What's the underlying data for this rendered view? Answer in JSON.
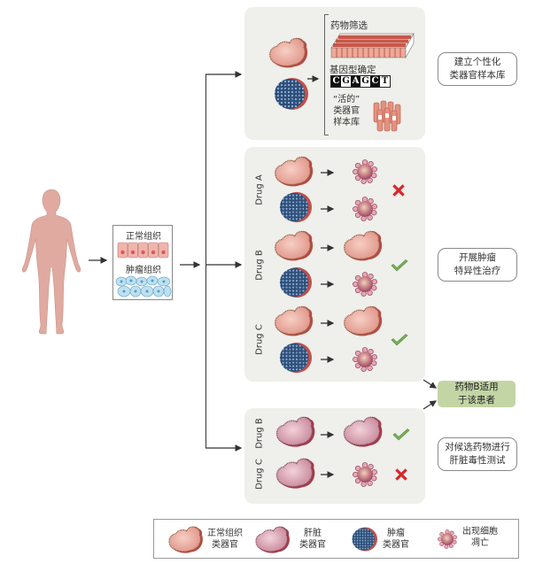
{
  "tissue_box": {
    "normal_label": "正常组织",
    "tumor_label": "肿瘤组织"
  },
  "top_panel": {
    "drug_screening": "药物筛选",
    "genotyping": "基因型确定",
    "dna_letters": [
      "C",
      "G",
      "A",
      "G",
      "C",
      "T"
    ],
    "living_biobank_lines": [
      "“活的”",
      "类器官",
      "样本库"
    ]
  },
  "side_labels": {
    "biobank": [
      "建立个性化",
      "类器官样本库"
    ],
    "tumor_therapy": [
      "开展肿瘤",
      "特异性治疗"
    ],
    "result": [
      "药物B适用",
      "于该患者"
    ],
    "liver_tox": [
      "对候选药物进行",
      "肝脏毒性测试"
    ]
  },
  "middle_panel": {
    "drugs": [
      {
        "name": "Drug A",
        "normal_outcome": "apoptosis",
        "tumor_outcome": "apoptosis",
        "verdict": "cross"
      },
      {
        "name": "Drug B",
        "normal_outcome": "healthy",
        "tumor_outcome": "apoptosis",
        "verdict": "check"
      },
      {
        "name": "Drug C",
        "normal_outcome": "healthy",
        "tumor_outcome": "apoptosis",
        "verdict": "check"
      }
    ]
  },
  "bottom_panel": {
    "drugs": [
      {
        "name": "Drug B",
        "liver_outcome": "healthy",
        "verdict": "check"
      },
      {
        "name": "Drug C",
        "liver_outcome": "apoptosis",
        "verdict": "cross"
      }
    ]
  },
  "legend": {
    "items": [
      {
        "icon": "normal-organoid",
        "lines": [
          "正常组织",
          "类器官"
        ]
      },
      {
        "icon": "liver-organoid",
        "lines": [
          "肝脏",
          "类器官"
        ]
      },
      {
        "icon": "tumor-organoid",
        "lines": [
          "肿瘤",
          "类器官"
        ]
      },
      {
        "icon": "apoptotic-cell",
        "lines": [
          "出现细胞",
          "凋亡"
        ]
      }
    ]
  },
  "colors": {
    "panel_bg": "#efefeb",
    "normal_organoid": "#e8a396",
    "liver_organoid": "#d9a0ad",
    "tumor_blue": "#3a5f8a",
    "check_green": "#6aa84f",
    "cross_red": "#d62828",
    "result_green": "#c3d5a5",
    "body_skin": "#e0aaa0"
  }
}
